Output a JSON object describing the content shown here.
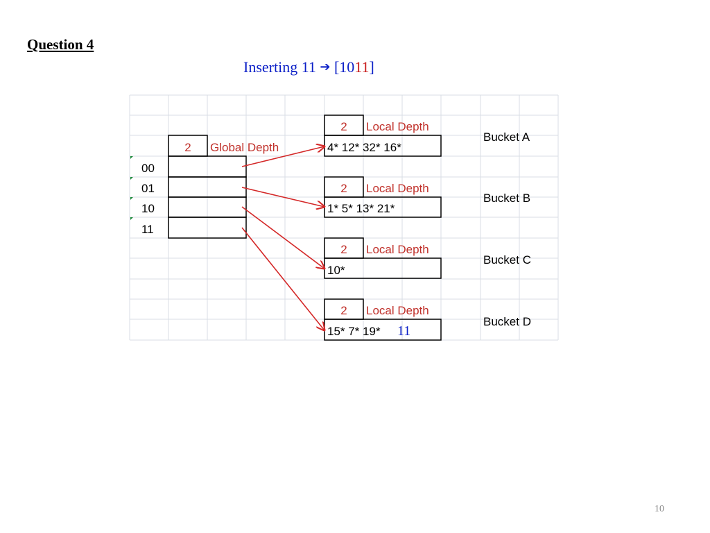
{
  "title": "Question 4",
  "subtitle": {
    "prefix": "Inserting 11 ",
    "arrow": "➔",
    "bracket_open": " [10",
    "red_bits": "11",
    "bracket_close": "]"
  },
  "directory": {
    "global_depth_value": "2",
    "global_depth_label": "Global Depth",
    "entries": [
      "00",
      "01",
      "10",
      "11"
    ]
  },
  "buckets": [
    {
      "name": "Bucket A",
      "local_depth_value": "2",
      "local_depth_label": "Local Depth",
      "contents": "4* 12* 32* 16*",
      "inserted": ""
    },
    {
      "name": "Bucket B",
      "local_depth_value": "2",
      "local_depth_label": "Local Depth",
      "contents": "1* 5* 13* 21*",
      "inserted": ""
    },
    {
      "name": "Bucket C",
      "local_depth_value": "2",
      "local_depth_label": "Local Depth",
      "contents": "10*",
      "inserted": ""
    },
    {
      "name": "Bucket D",
      "local_depth_value": "2",
      "local_depth_label": "Local Depth",
      "contents": "15* 7* 19*",
      "inserted": "11"
    }
  ],
  "page_number": "10",
  "colors": {
    "arrow": "#d42828",
    "grid": "#d9dde4",
    "label_red": "#c0302a",
    "title_blue": "#0b1fc7",
    "marker_green": "#1e8a3c"
  }
}
